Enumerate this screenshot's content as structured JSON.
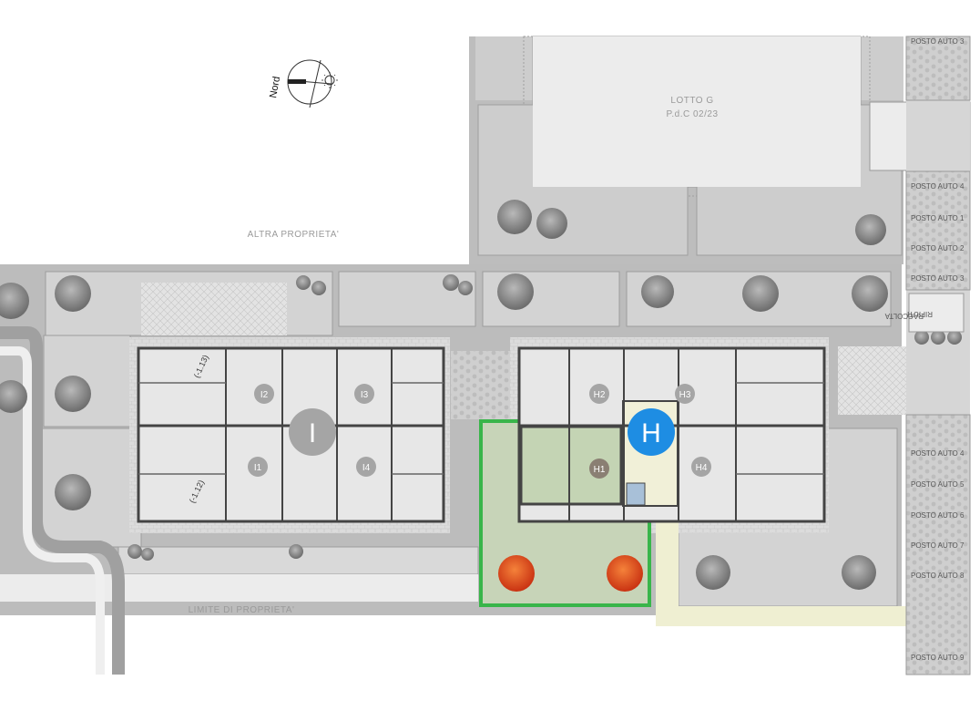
{
  "compass": {
    "label": "Nord",
    "icon": "compass-sun-icon"
  },
  "labels": {
    "lot_title": "LOTTO G",
    "lot_permit": "P.d.C 02/23",
    "other_property": "ALTRA PROPRIETA'",
    "property_limit": "LIMITE DI PROPRIETA'",
    "waste": "RACCOLTA",
    "waste2": "RIFIUTI",
    "level_a": "(-1.13)",
    "level_b": "(-1.12)"
  },
  "buildings": {
    "I": {
      "marker": "I",
      "units": [
        "I1",
        "I2",
        "I3",
        "I4"
      ],
      "color": "#a5a5a5"
    },
    "H": {
      "marker": "H",
      "units": [
        "H1",
        "H2",
        "H3",
        "H4"
      ],
      "color": "#1e8de3"
    }
  },
  "parking_top": [
    "POSTO AUTO 3",
    "POSTO AUTO 4",
    "POSTO AUTO 1",
    "POSTO AUTO 2",
    "POSTO AUTO 3"
  ],
  "parking_right": [
    "POSTO AUTO 4",
    "POSTO AUTO 5",
    "POSTO AUTO 6",
    "POSTO AUTO 7",
    "POSTO AUTO 8",
    "POSTO AUTO 9"
  ],
  "colors": {
    "selected_unit": "#c4d4b4",
    "garden": "#c7d4b8",
    "hedge": "#39b54a",
    "path": "#efefd2",
    "tree_red": "#e04a1a",
    "highlight": "#1e8de3"
  }
}
